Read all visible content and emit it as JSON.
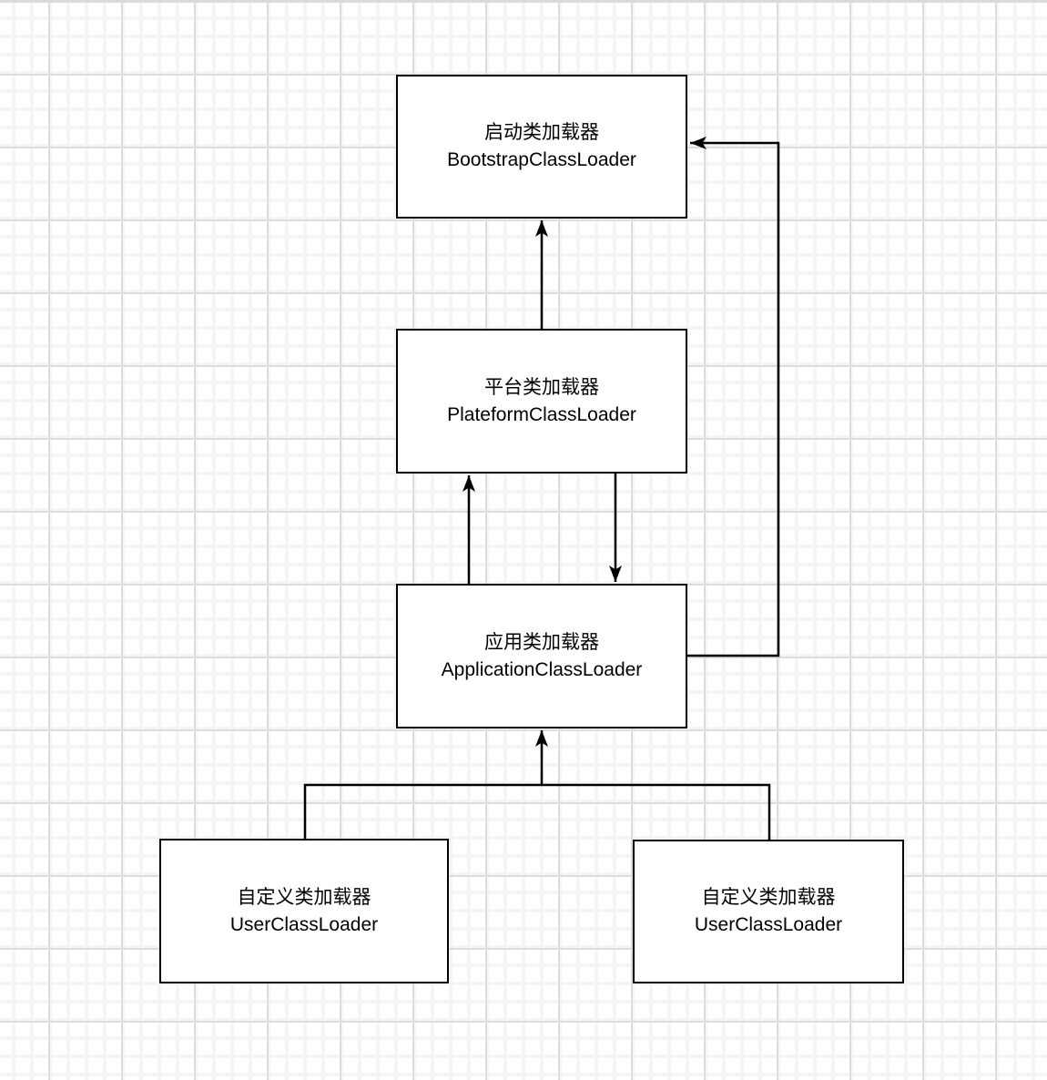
{
  "diagram": {
    "title": "class-loader-hierarchy",
    "nodes": {
      "bootstrap": {
        "label_zh": "启动类加载器",
        "label_en": "BootstrapClassLoader"
      },
      "platform": {
        "label_zh": "平台类加载器",
        "label_en": "PlateformClassLoader"
      },
      "application": {
        "label_zh": "应用类加载器",
        "label_en": "ApplicationClassLoader"
      },
      "user_left": {
        "label_zh": "自定义类加载器",
        "label_en": "UserClassLoader"
      },
      "user_right": {
        "label_zh": "自定义类加载器",
        "label_en": "UserClassLoader"
      }
    },
    "edges": [
      {
        "from": "platform",
        "to": "bootstrap",
        "style": "arrow-up"
      },
      {
        "from": "application",
        "to": "platform",
        "style": "arrow-up"
      },
      {
        "from": "platform",
        "to": "application",
        "style": "arrow-down"
      },
      {
        "from": "user_left",
        "to": "application",
        "style": "tree-merge-arrow-up"
      },
      {
        "from": "user_right",
        "to": "application",
        "style": "tree-merge-arrow-up"
      },
      {
        "from": "application",
        "to": "bootstrap",
        "style": "right-side-loop-arrow-left"
      }
    ],
    "colors": {
      "node_fill": "#ffffff",
      "node_stroke": "#000000",
      "connector": "#000000",
      "grid_minor": "#f5f5f5",
      "grid_major": "#dcdcdc",
      "background": "#ffffff",
      "top_edge": "#d9d9d9"
    }
  }
}
